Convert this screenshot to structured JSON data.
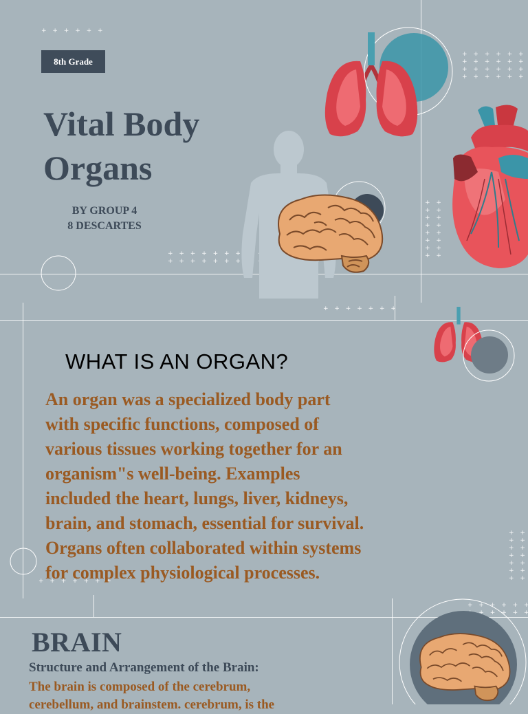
{
  "cover": {
    "grade_badge": "8th Grade",
    "title_line1": "Vital Body",
    "title_line2": "Organs",
    "byline_line1": "BY GROUP 4",
    "byline_line2": "8 DESCARTES"
  },
  "organ_section": {
    "heading": "WHAT IS AN ORGAN?",
    "lines": [
      "An organ was a specialized body part",
      "with specific functions, composed of",
      "various tissues working together for an",
      "organism\"s well-being. Examples",
      "included the heart, lungs, liver, kidneys,",
      "brain, and stomach, essential for survival.",
      "Organs often collaborated within systems",
      "for complex physiological processes."
    ]
  },
  "brain_section": {
    "heading": "BRAIN",
    "subheading": "Structure and Arrangement of the Brain:",
    "text_line1": "The brain is composed of the cerebrum,",
    "text_line2": "cerebellum, and brainstem. cerebrum, is the"
  },
  "colors": {
    "background": "#a7b4bb",
    "heading": "#3d4a58",
    "body_text": "#9a5a22",
    "badge": "#3f4c5a"
  },
  "icons": [
    "lungs-icon",
    "heart-icon",
    "brain-icon",
    "human-silhouette-icon"
  ]
}
